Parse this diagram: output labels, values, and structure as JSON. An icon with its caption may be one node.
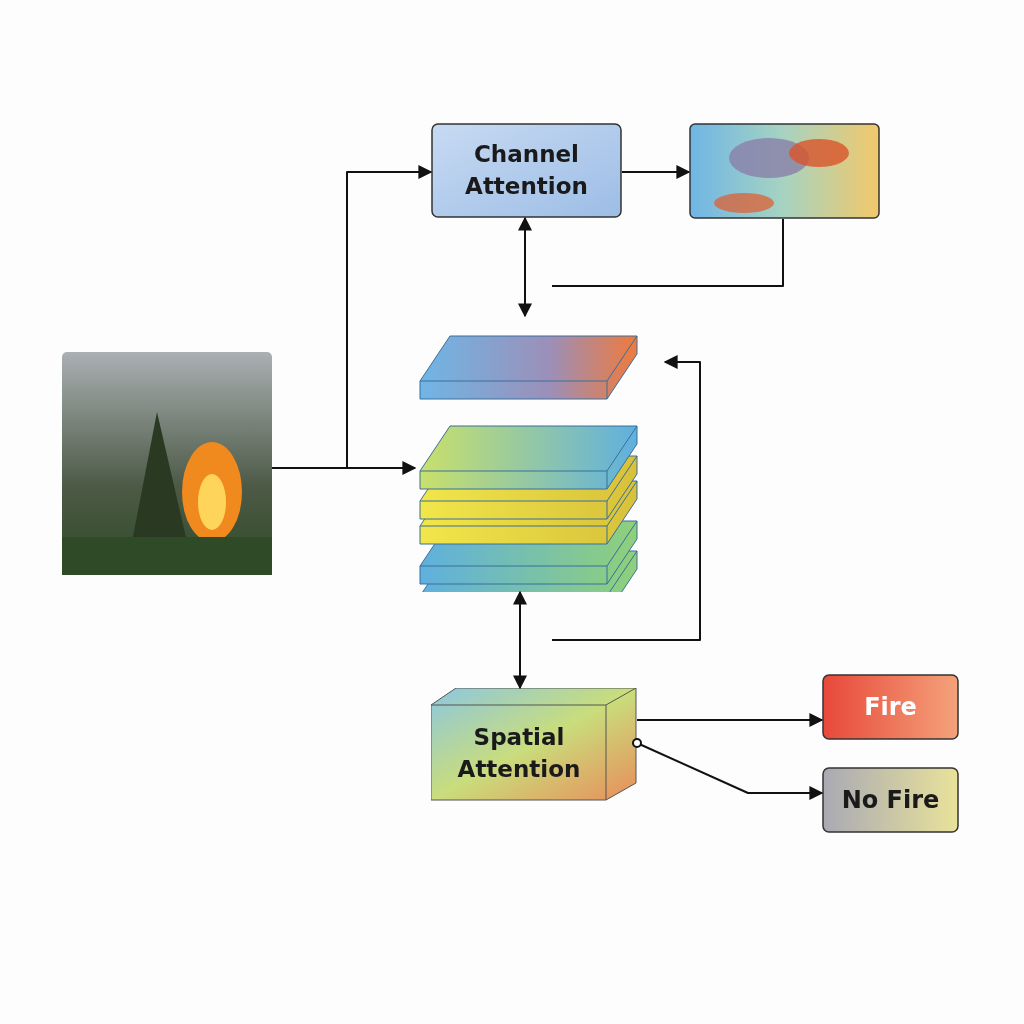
{
  "diagram": {
    "nodes": [
      {
        "text": [],
        "shape": "picture"
      },
      {
        "text": [
          "Channel Attention"
        ]
      },
      {
        "text": [],
        "shape": "picture"
      },
      {
        "text": [],
        "shape": "picture"
      },
      {
        "text": [
          "Spatial Attention"
        ]
      },
      {
        "text": [
          "Fire"
        ]
      },
      {
        "text": [
          "No Fire"
        ]
      }
    ],
    "edges": [
      {
        "from": 0,
        "to": 3,
        "arrow": "to"
      },
      {
        "from": 0,
        "to": 1,
        "arrow": "to"
      },
      {
        "from": 1,
        "to": 2,
        "arrow": "to"
      },
      {
        "from": 1,
        "to": 3,
        "arrow": "both"
      },
      {
        "from": 2,
        "to": null,
        "arrow": "none"
      },
      {
        "from": 3,
        "to": 4,
        "arrow": "both"
      },
      {
        "from": null,
        "to": 3,
        "arrow": "to"
      },
      {
        "from": 4,
        "to": 5,
        "arrow": "to"
      },
      {
        "from": 4,
        "to": 6,
        "arrow": "to"
      }
    ]
  }
}
